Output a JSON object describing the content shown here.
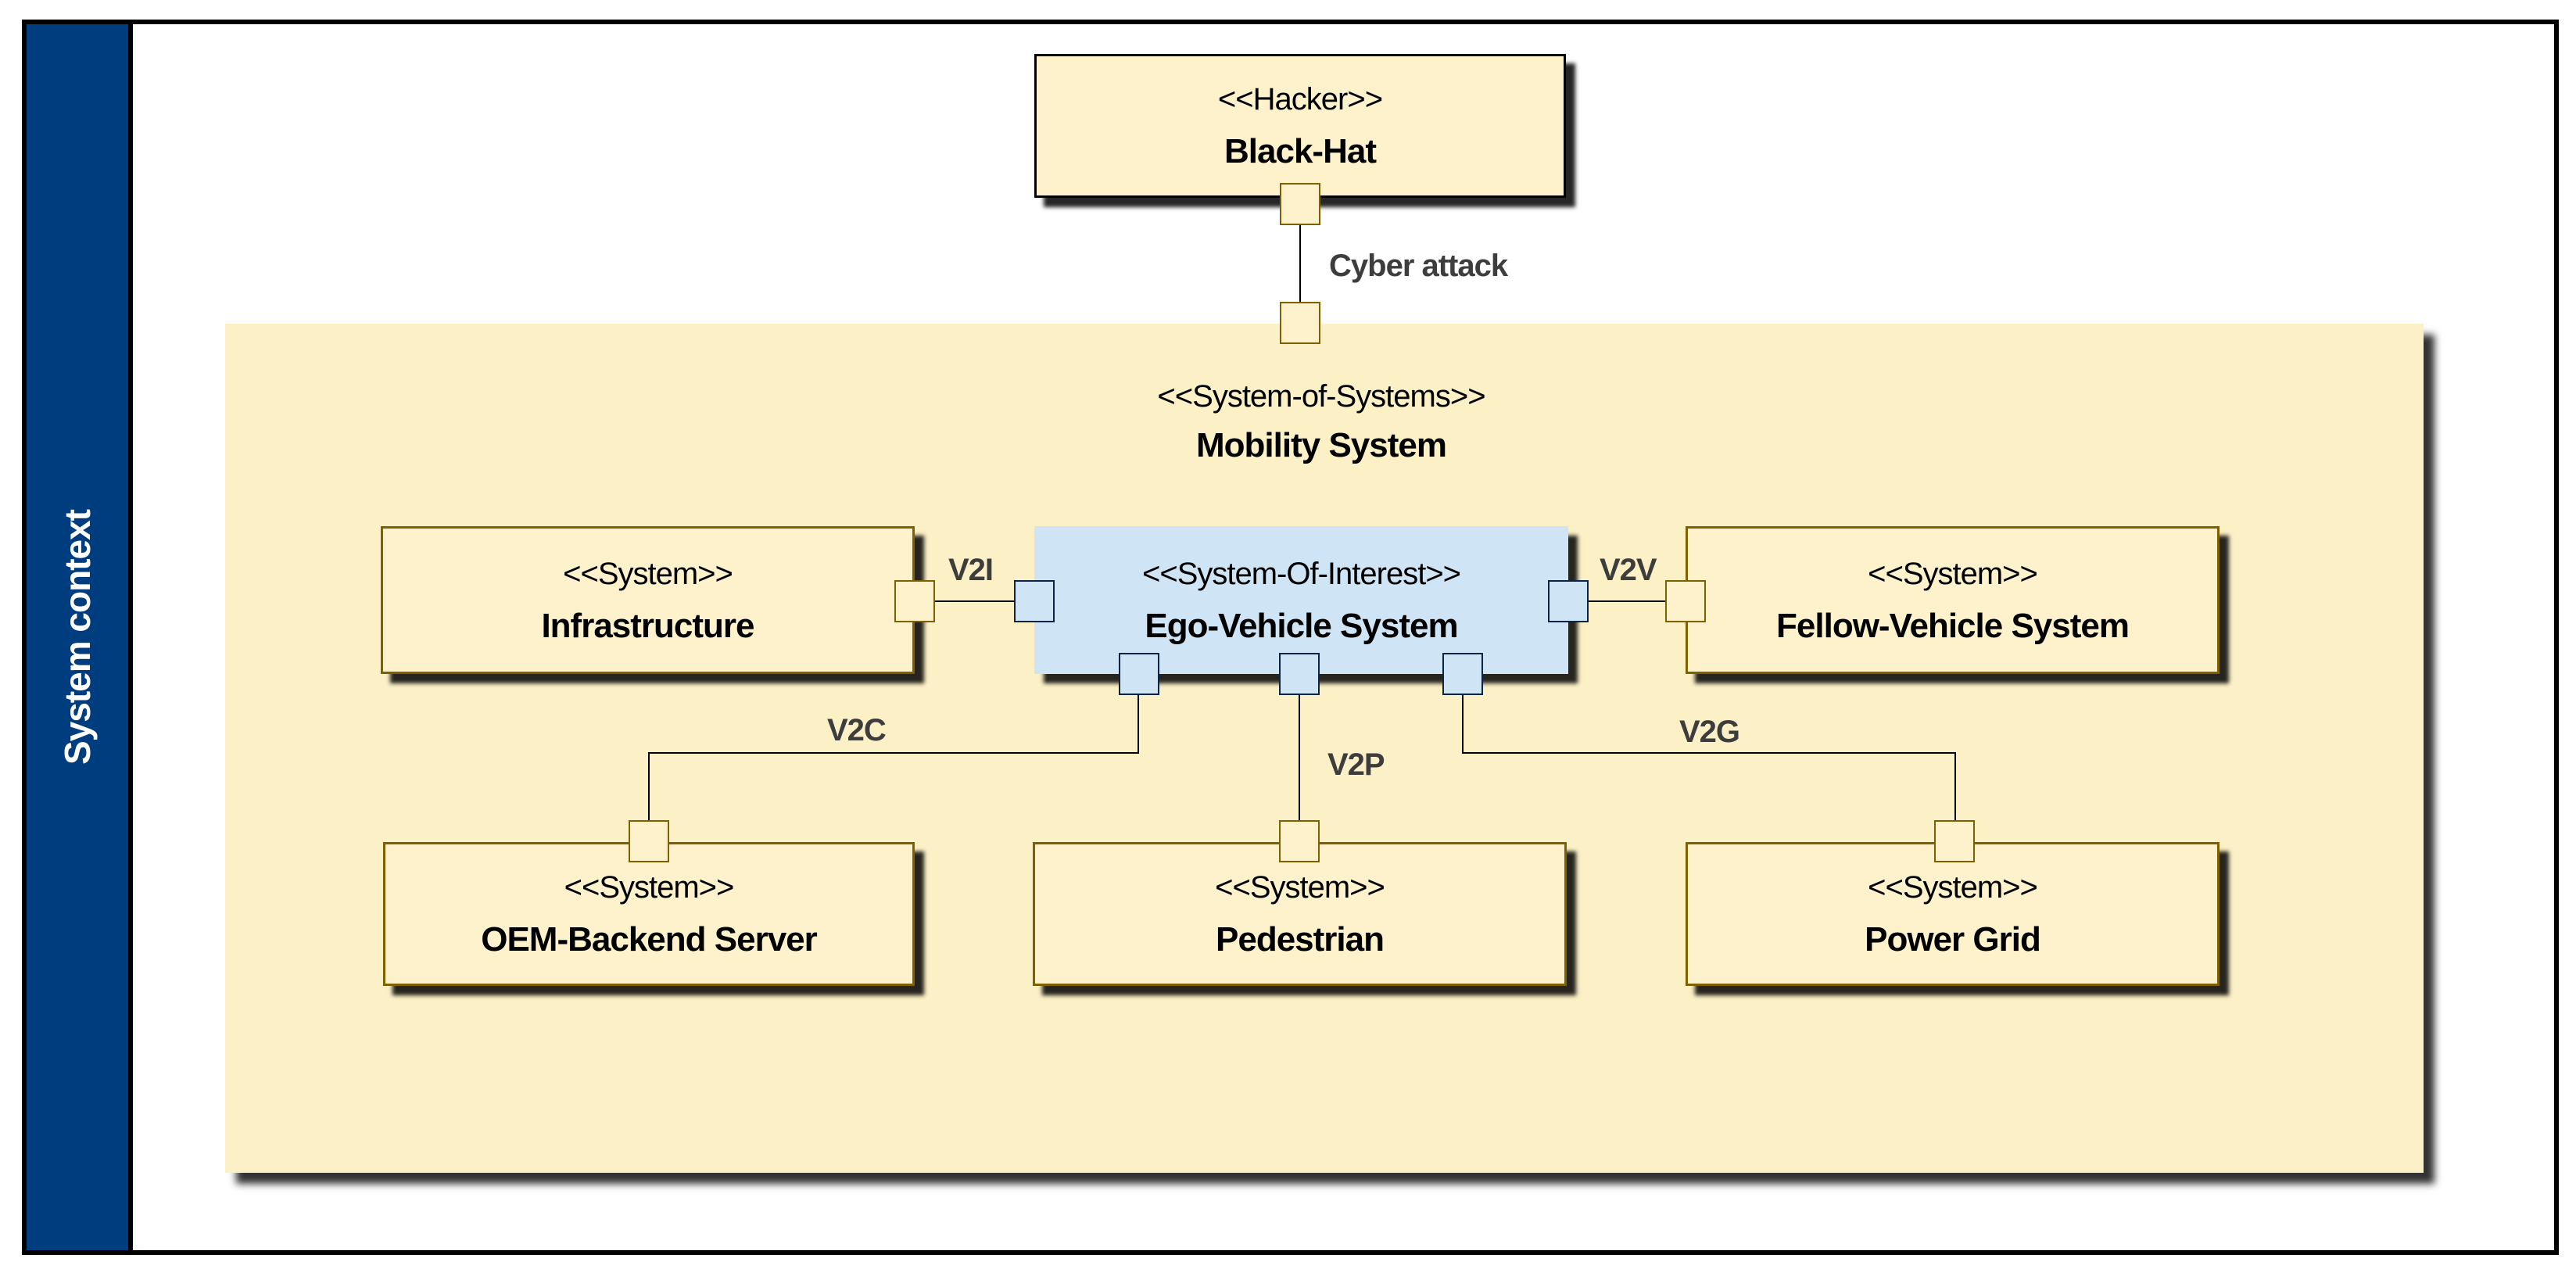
{
  "sidebar": {
    "label": "System context"
  },
  "nodes": {
    "hacker": {
      "stereotype": "<<Hacker>>",
      "name": "Black-Hat"
    },
    "mobility": {
      "stereotype": "<<System-of-Systems>>",
      "name": "Mobility System"
    },
    "infrastructure": {
      "stereotype": "<<System>>",
      "name": "Infrastructure"
    },
    "ego": {
      "stereotype": "<<System-Of-Interest>>",
      "name": "Ego-Vehicle System"
    },
    "fellow": {
      "stereotype": "<<System>>",
      "name": "Fellow-Vehicle System"
    },
    "oem": {
      "stereotype": "<<System>>",
      "name": "OEM-Backend Server"
    },
    "pedestrian": {
      "stereotype": "<<System>>",
      "name": "Pedestrian"
    },
    "power": {
      "stereotype": "<<System>>",
      "name": "Power Grid"
    }
  },
  "links": {
    "cyber_attack": {
      "label": "Cyber attack"
    },
    "v2i": {
      "label": "V2I"
    },
    "v2v": {
      "label": "V2V"
    },
    "v2c": {
      "label": "V2C"
    },
    "v2p": {
      "label": "V2P"
    },
    "v2g": {
      "label": "V2G"
    }
  },
  "colors": {
    "navy": "#003d7e",
    "frame_black": "#000000",
    "container_cream": "#fbf0c6",
    "box_cream": "#fdf2cc",
    "olive_border": "#7f6000",
    "ego_blue": "#cfe4f5",
    "ego_port_border": "#0b2443",
    "label_gray": "#3d3d3d",
    "box_border_black": "#000000"
  }
}
